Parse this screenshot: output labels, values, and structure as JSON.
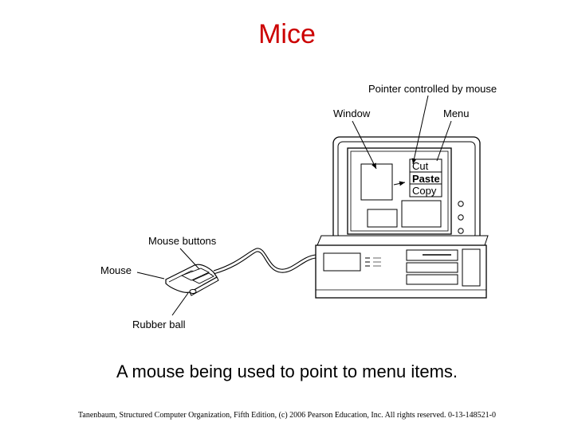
{
  "slide": {
    "title": "Mice",
    "caption": "A mouse being used to point to menu items.",
    "footer": "Tanenbaum, Structured Computer Organization, Fifth Edition, (c) 2006 Pearson Education, Inc. All rights reserved. 0-13-148521-0"
  },
  "diagram": {
    "labels": {
      "pointer": "Pointer controlled by mouse",
      "window": "Window",
      "menu": "Menu",
      "mouse_buttons": "Mouse buttons",
      "mouse": "Mouse",
      "rubber_ball": "Rubber ball"
    },
    "menu_items": [
      "Cut",
      "Paste",
      "Copy"
    ]
  },
  "colors": {
    "title": "#cc0000"
  }
}
